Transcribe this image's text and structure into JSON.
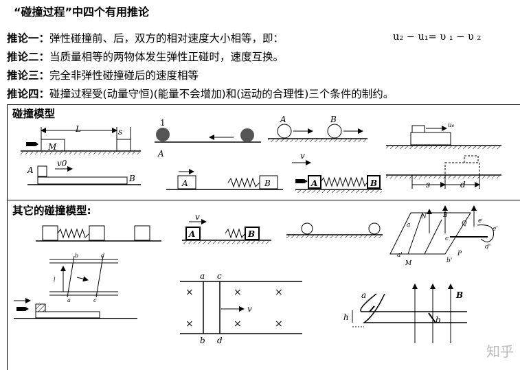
{
  "title": "“碰撞过程”中四个有用推论",
  "lines": [
    {
      "head": "推论一：",
      "text": "弹性碰撞前、后，双方的相对速度大小相等，即："
    },
    {
      "head": "推论二：",
      "text": "当质量相等的两物体发生弹性正碰时，速度互换。"
    },
    {
      "head": "推论三：",
      "text": "完全非弹性碰撞碰后的速度相等"
    },
    {
      "head": "推论四：",
      "text": "碰撞过程受(动量守恒)(能量不会增加)和(运动的合理性)三个条件的制约。"
    }
  ],
  "equation": "u₂ − u₁= υ ₁ −  υ ₂",
  "section1": "碰撞模型",
  "section2": "其它的碰撞模型:",
  "labels": {
    "L": "L",
    "s": "s",
    "M": "M",
    "one": "1",
    "A1": "A",
    "A2": "A",
    "B2": "B",
    "u0": "u₀",
    "A3": "A",
    "v0": "v0",
    "B3": "B",
    "A4": "A",
    "B4": "B",
    "v5": "v",
    "A5": "A",
    "B5": "B",
    "s2": "s",
    "d2": "d",
    "v6": "v",
    "A6": "A",
    "B6": "B",
    "N": "N",
    "B7": "B",
    "a7": "a",
    "c7": "c",
    "Q": "Q",
    "e": "e",
    "e2": "e'",
    "d7": "d'",
    "a2": "a'",
    "M7": "M",
    "b2": "b'",
    "P": "P",
    "b8": "b",
    "d8": "d",
    "a8": "a",
    "c8": "c",
    "l8": "l",
    "a9": "a",
    "c9": "c",
    "b9": "b",
    "d9": "d",
    "v9": "v",
    "x": "×",
    "a10": "a",
    "h10": "h",
    "b10": "b",
    "B10": "B"
  },
  "watermark": "知乎"
}
